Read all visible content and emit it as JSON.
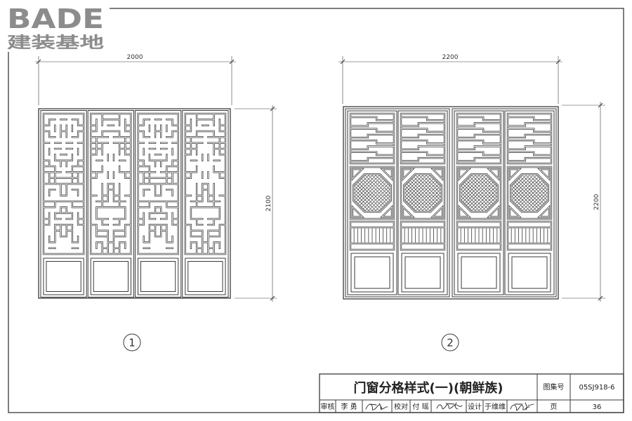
{
  "logo": {
    "brand": "BADE",
    "tagline": "建装基地"
  },
  "drawings": [
    {
      "label": "1",
      "width_dim": "2000",
      "height_dim": "2100"
    },
    {
      "label": "2",
      "width_dim": "2200",
      "height_dim": "2200"
    }
  ],
  "title_block": {
    "title": "门窗分格样式(一)(朝鲜族)",
    "atlas_label": "图集号",
    "atlas_no": "05SJ918-6",
    "review_label": "审核",
    "reviewer": "李 勇",
    "check_label": "校对",
    "checker": "付 瑶",
    "design_label": "设计",
    "designer": "于维维",
    "page_label": "页",
    "page_no": "36"
  },
  "colors": {
    "line": "#3a3a3a",
    "logo": "#8c8c8c"
  }
}
